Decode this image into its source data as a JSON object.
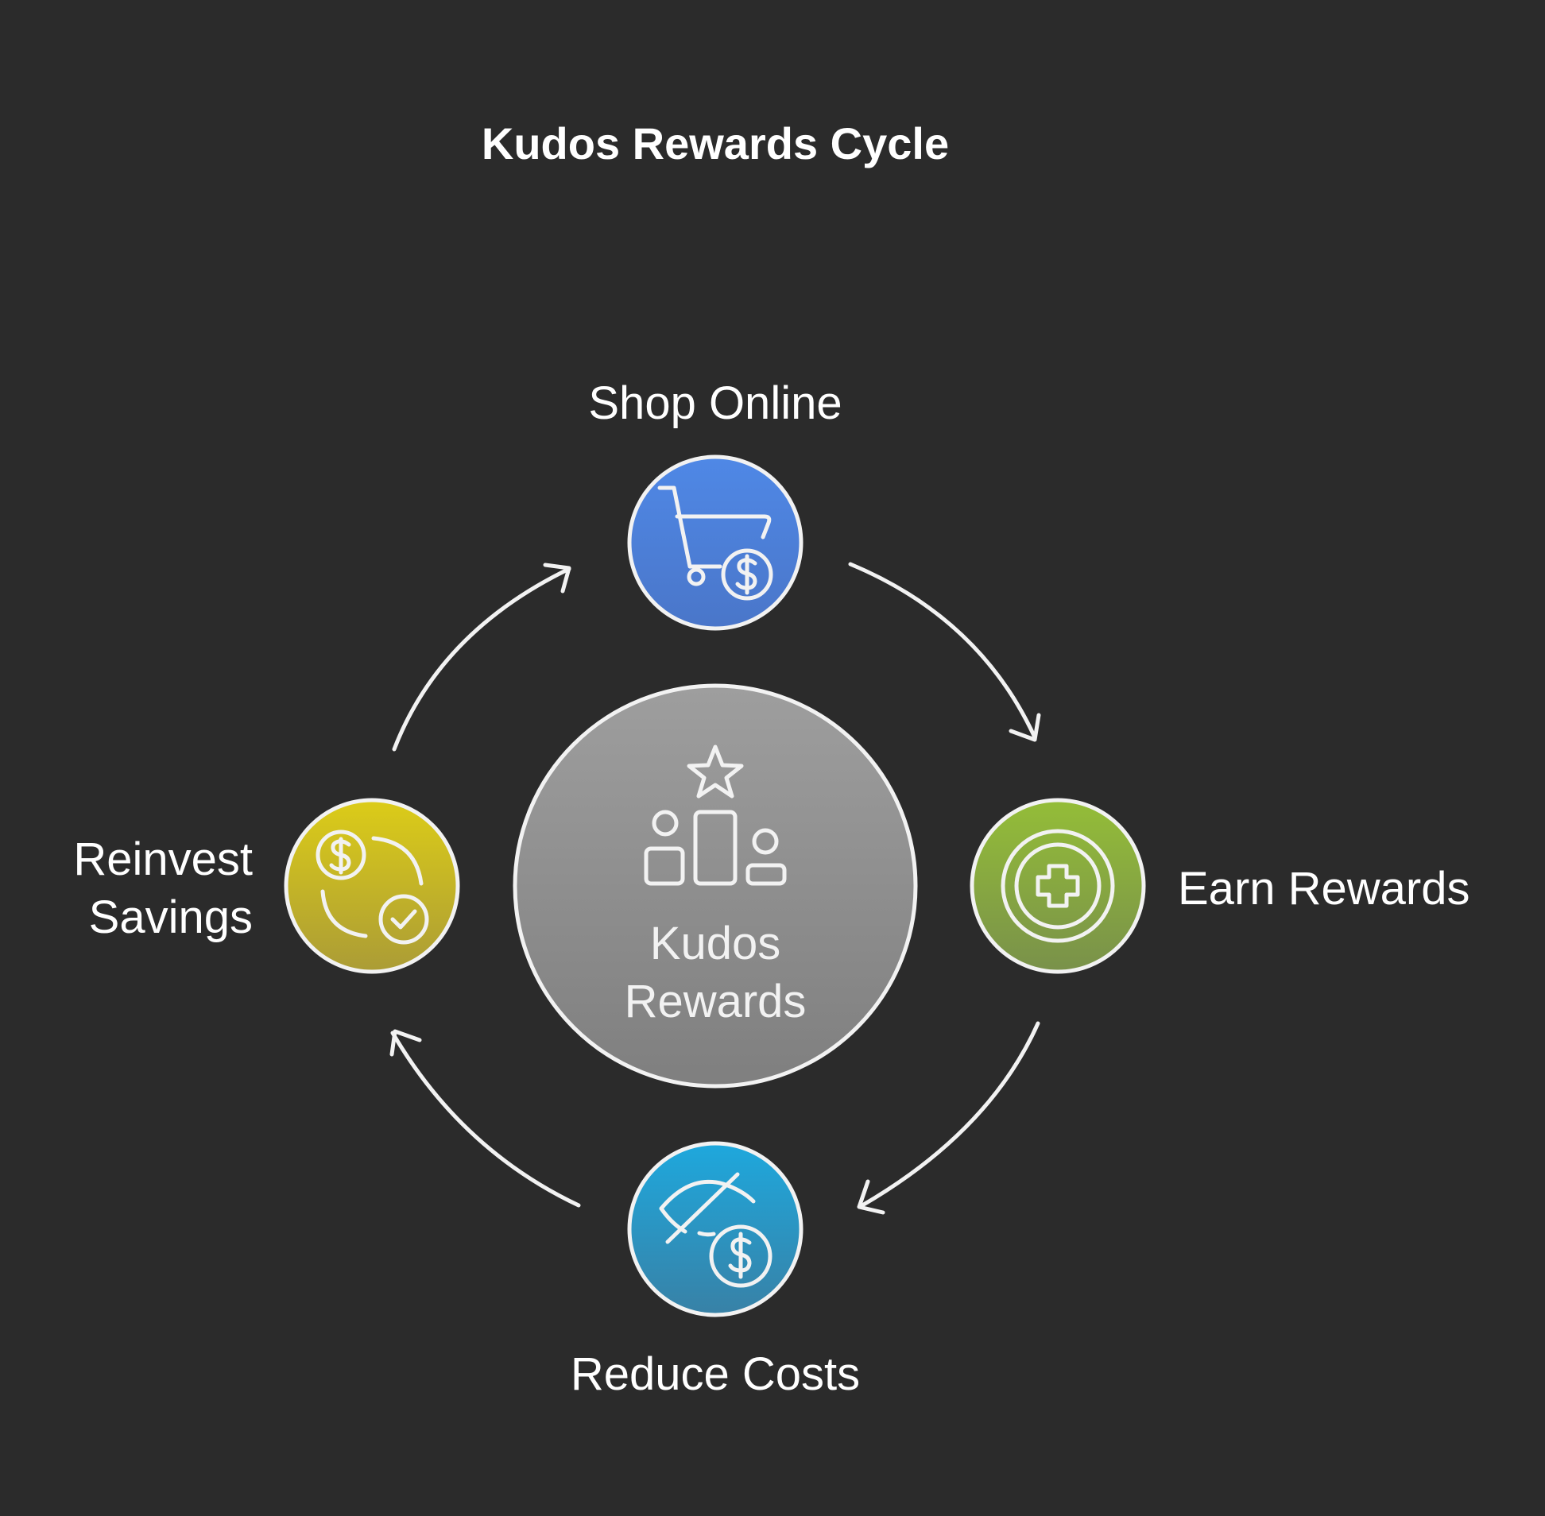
{
  "title": "Kudos Rewards Cycle",
  "center": {
    "label": "Kudos\nRewards",
    "icon": "podium-star-icon",
    "color_top": "#9e9e9e",
    "color_bottom": "#7f7f7f"
  },
  "steps": [
    {
      "label": "Shop Online",
      "icon": "shopping-cart-dollar-icon",
      "color_top": "#4f88e6",
      "color_bottom": "#4a76c9"
    },
    {
      "label": "Earn Rewards",
      "icon": "plus-coin-icon",
      "color_top": "#94bd38",
      "color_bottom": "#79914a"
    },
    {
      "label": "Reduce Costs",
      "icon": "eye-off-dollar-icon",
      "color_top": "#1ea8dd",
      "color_bottom": "#3881a6"
    },
    {
      "label": "Reinvest\nSavings",
      "icon": "dollar-cycle-check-icon",
      "color_top": "#dccc18",
      "color_bottom": "#ab9c36"
    }
  ],
  "arrow_color": "#f2f2f2",
  "background": "#2b2b2b"
}
